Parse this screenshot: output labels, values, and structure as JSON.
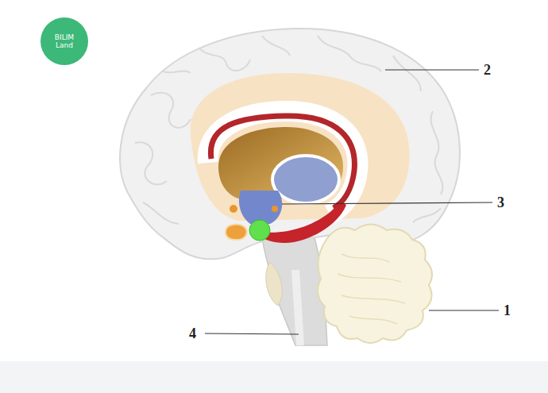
{
  "diagram": {
    "nodes": [
      {
        "text": [
          "BILIM Land"
        ]
      }
    ],
    "labels": [
      "2",
      "3",
      "1",
      "4"
    ]
  }
}
